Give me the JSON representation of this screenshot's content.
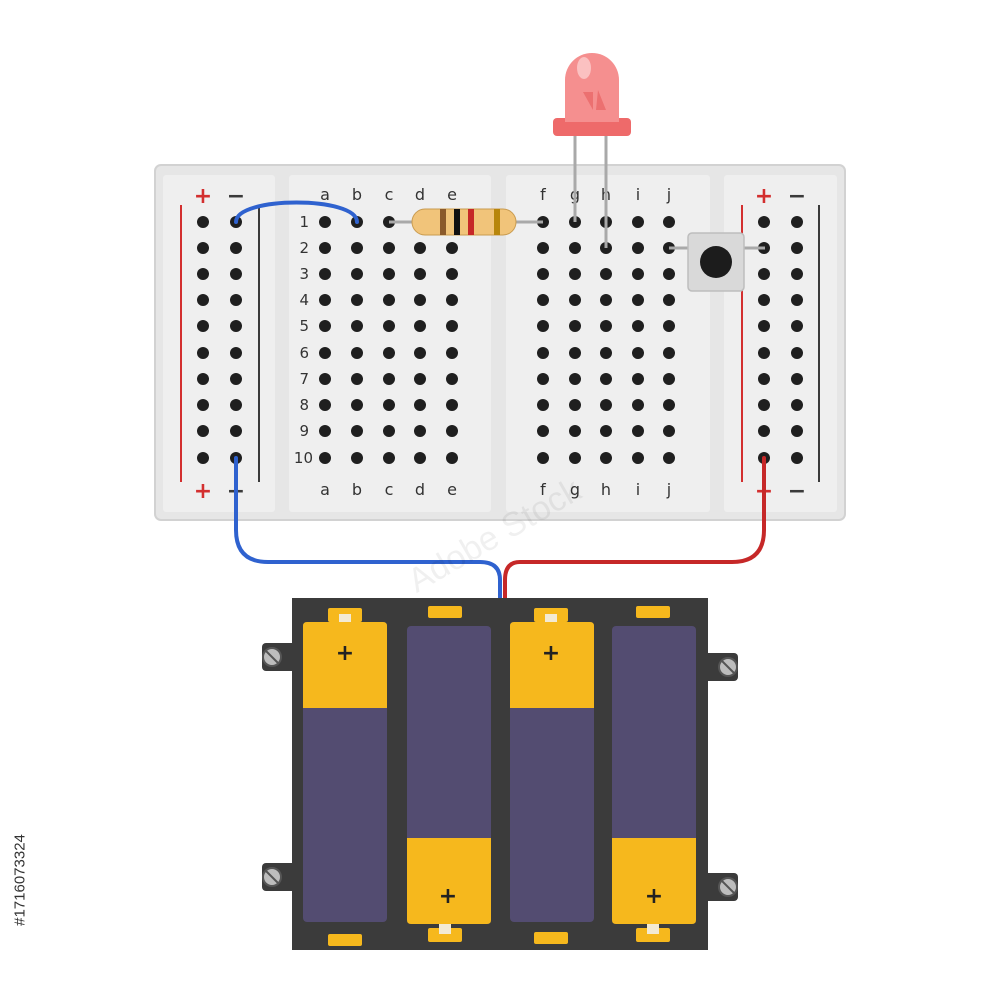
{
  "breadboard": {
    "columns_left": [
      "a",
      "b",
      "c",
      "d",
      "e"
    ],
    "columns_right": [
      "f",
      "g",
      "h",
      "i",
      "j"
    ],
    "rows": [
      "1",
      "2",
      "3",
      "4",
      "5",
      "6",
      "7",
      "8",
      "9",
      "10"
    ],
    "rail_plus": "+",
    "rail_minus": "−"
  },
  "battery_pack": {
    "cells": [
      {
        "polarity_label": "+",
        "positive_end": "top"
      },
      {
        "polarity_label": "+",
        "positive_end": "bottom"
      },
      {
        "polarity_label": "+",
        "positive_end": "top"
      },
      {
        "polarity_label": "+",
        "positive_end": "bottom"
      }
    ]
  },
  "watermark": {
    "text": "Adobe Stock",
    "id": "#1716073324"
  },
  "colors": {
    "board": "#e6e6e6",
    "board_edge": "#cfcfcf",
    "hole": "#1f1f1f",
    "rail_red": "#d32f2f",
    "rail_dark": "#3a3a3a",
    "wire_blue": "#2f62cf",
    "wire_red": "#c62828",
    "led": "#f06b6b",
    "battery_body": "#534c71",
    "battery_cap": "#f6b81d",
    "holder": "#3b3b3b"
  },
  "icons": [
    "led-icon",
    "resistor-icon",
    "push-button-icon",
    "jumper-wire-icon",
    "battery-cell-icon",
    "screw-icon"
  ]
}
